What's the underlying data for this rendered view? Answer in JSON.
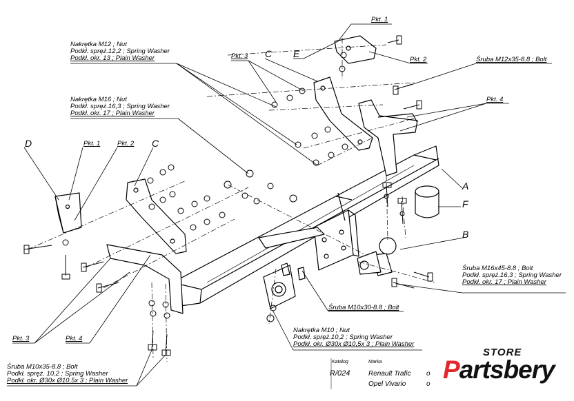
{
  "labels": {
    "pkt1_top": "Pkt. 1",
    "pkt2_top": "Pkt. 2",
    "pkt3_top": "Pkt. 3",
    "c_top": "C",
    "e": "E",
    "pkt4_right": "Pkt. 4",
    "d": "D",
    "pkt1_left": "Pkt. 1",
    "pkt2_left": "Pkt. 2",
    "c_left": "C",
    "a": "A",
    "f": "F",
    "b": "B",
    "pkt3_bottom": "Pkt. 3",
    "pkt4_bottom": "Pkt. 4"
  },
  "notes": {
    "nut_m12": [
      "Nakrętka M12 ; Nut",
      "Podkł. spręż.12,2 ; Spring Washer",
      "Podkł. okr. 13 ; Plain Washer"
    ],
    "nut_m16": [
      "Nakrętka M16 ; Nut",
      "Podkł. spręż.16,3 ; Spring Washer",
      "Podkł. okr. 17 ; Plain Washer"
    ],
    "bolt_m12": "Śruba M12x35-8.8 ; Bolt",
    "bolt_m16": [
      "Śruba M16x45-8.8 ; Bolt",
      "Podkł. spręż.16,3 ; Spring Washer",
      "Podkł. okr. 17 ; Plain Washer"
    ],
    "bolt_m10x30": "Śruba M10x30-8.8 ; Bolt",
    "nut_m10": [
      "Nakrętka M10 ; Nut",
      "Podkł. spręż.10,2 ; Spring Washer",
      "Podkł. okr. Ø30x Ø10,5x 3 ; Plain Washer"
    ],
    "bolt_m10x35": [
      "Śruba M10x35-8.8 ; Bolt",
      "Podkł. spręż. 10,2 ; Spring Washer",
      "Podkł. okr.  Ø30x Ø10,5x 3 ; Plain Washer"
    ]
  },
  "catalog": {
    "katalog_label": "Katalog",
    "katalog_value": "R/024",
    "marka_label": "Marka",
    "makes": [
      "Renault Trafic",
      "Opel Vivario"
    ],
    "trailing": [
      "o",
      "o"
    ]
  },
  "logo": {
    "store": "STORE",
    "brand_first": "P",
    "brand_rest": "artsbery"
  },
  "colors": {
    "line": "#000000",
    "logo_red": "#e3262b",
    "logo_dark": "#111111"
  }
}
